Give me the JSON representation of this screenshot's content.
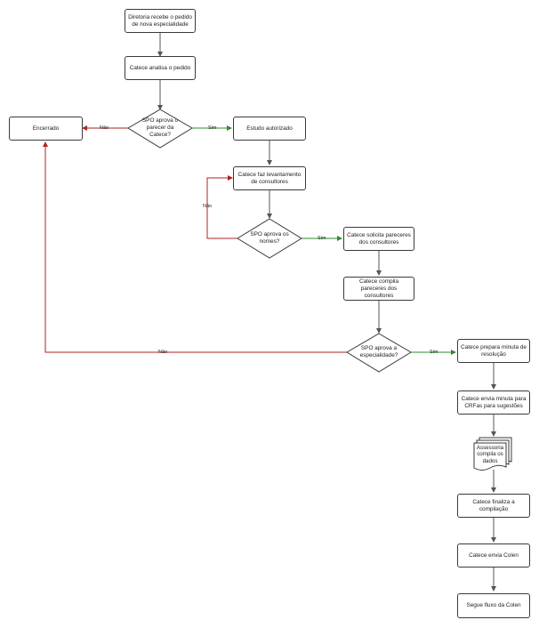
{
  "nodes": {
    "n1": "Diretoria recebe o pedido de nova especialidade",
    "n2": "Catece analisa o pedido",
    "d1": "SPO aprova o parecer da Catece?",
    "closed": "Encerrado",
    "n3": "Estudo autorizado",
    "n4": "Catece faz levantamento de consultores",
    "d2": "SPO aprova os nomes?",
    "n5": "Catece solicita pareceres dos consultores",
    "n6": "Catece compila pareceres dos consultores",
    "d3": "SPO aprova a especialidade?",
    "n7": "Catece prepara minuta de resolução",
    "n8": "Catece envia minuta para CRFas para sugestões",
    "doc": "Assessoria compila os dados",
    "n9": "Catece finaliza a compilação",
    "n10": "Catece envia Colen",
    "n11": "Segue fluxo da Colen"
  },
  "edge_labels": {
    "d1_no": "Não",
    "d1_yes": "Sim",
    "d2_no": "Não",
    "d2_yes": "Sim",
    "d3_no": "Não",
    "d3_yes": "Sim"
  },
  "colors": {
    "line": "#555555",
    "yes": "#2e8b2e",
    "no": "#b22222",
    "border": "#3a3a3a"
  }
}
